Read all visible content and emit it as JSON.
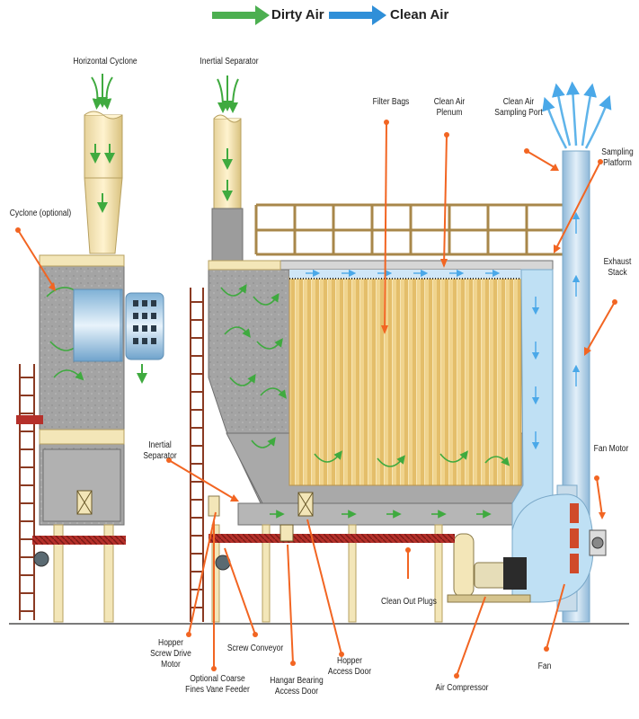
{
  "legend": {
    "dirty_air": "Dirty Air",
    "clean_air": "Clean Air",
    "dirty_color": "#4caf50",
    "clean_color": "#2f8fd8"
  },
  "labels": {
    "horizontal_cyclone": "Horizontal Cyclone",
    "inertial_separator_top": "Inertial Separator",
    "filter_bags": "Filter Bags",
    "clean_air_plenum": "Clean Air\nPlenum",
    "clean_air_sampling_port": "Clean Air\nSampling Port",
    "sampling_platform": "Sampling\nPlatform",
    "exhaust_stack": "Exhaust\nStack",
    "cyclone_optional": "Cyclone (optional)",
    "inertial_separator_side": "Inertial\nSeparator",
    "fan_motor": "Fan Motor",
    "clean_out_plugs": "Clean Out Plugs",
    "hopper_screw_drive_motor": "Hopper\nScrew Drive\nMotor",
    "optional_coarse_fines_vane_feeder": "Optional Coarse\nFines Vane Feeder",
    "screw_conveyor": "Screw Conveyor",
    "hangar_bearing_access_door": "Hangar Bearing\nAccess Door",
    "hopper_access_door": "Hopper\nAccess Door",
    "air_compressor": "Air Compressor",
    "fan": "Fan"
  },
  "colors": {
    "leader": "#f26522",
    "housing": "#9a9a9a",
    "support": "#f3e6b8",
    "conveyor": "#b5302a",
    "filter": "#ebd08c",
    "stack": "#b9d5ea",
    "railing": "#a8874a",
    "ladder": "#8a3a22"
  }
}
